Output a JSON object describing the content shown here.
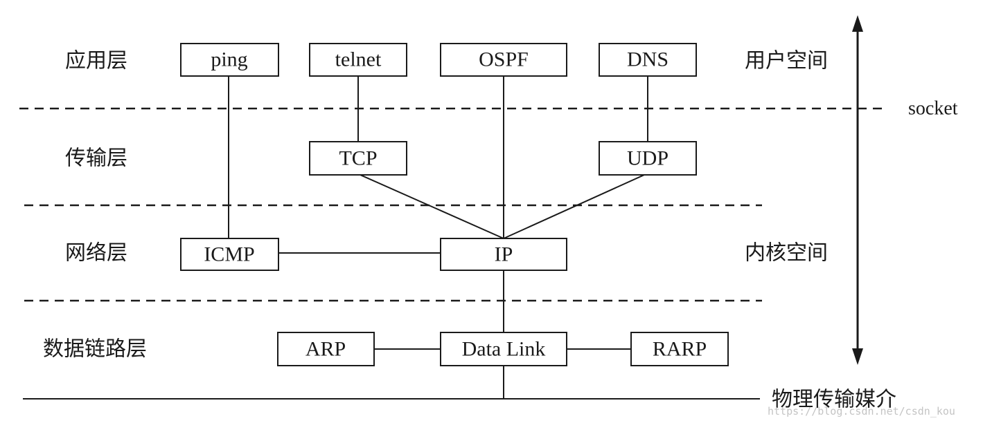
{
  "layers": {
    "application": "应用层",
    "transport": "传输层",
    "network": "网络层",
    "datalink": "数据链路层"
  },
  "spaces": {
    "user": "用户空间",
    "kernel": "内核空间"
  },
  "boundary": {
    "socket": "socket",
    "physical": "物理传输媒介"
  },
  "nodes": {
    "ping": "ping",
    "telnet": "telnet",
    "ospf": "OSPF",
    "dns": "DNS",
    "tcp": "TCP",
    "udp": "UDP",
    "icmp": "ICMP",
    "ip": "IP",
    "arp": "ARP",
    "datalink": "Data Link",
    "rarp": "RARP"
  },
  "watermark": "https://blog.csdn.net/csdn_kou"
}
